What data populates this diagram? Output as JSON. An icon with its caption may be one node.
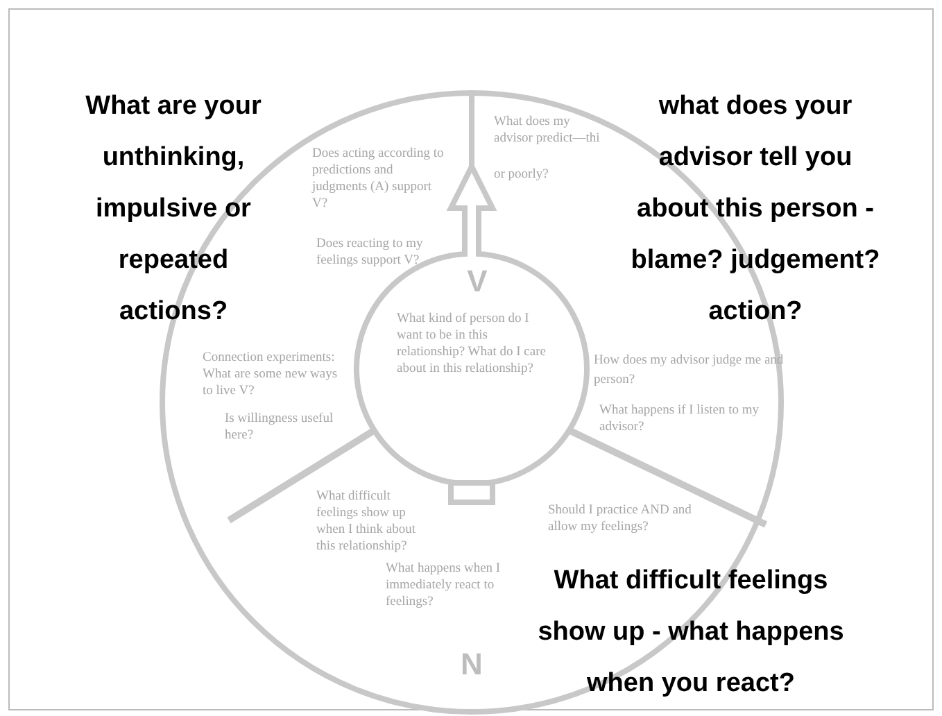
{
  "diagram": {
    "nodes": [
      {
        "text": [],
        "shape": "circle"
      },
      {
        "text": [
          "V",
          "What kind of person do I want to be in this relationship? What do I care about in this relationship?"
        ],
        "in": 0
      }
    ],
    "labels": [
      "What are your unthinking, impulsive or repeated actions?",
      "what does your advisor tell you about this person - blame? judgement? action?",
      "Does acting according to predictions and judgments (A) support V?",
      "What does my advisor predict—thi",
      "or poorly?",
      "Does reacting to my feelings support V?",
      "How does my advisor judge me and",
      "person?",
      "Connection experiments: What are some new ways to live V?",
      "What happens if I listen to my advisor?",
      "Is willingness useful here?",
      "What difficult feelings show up when I think about this relationship?",
      "Should I practice AND and allow my feelings?",
      "What happens when I immediately react to feelings?",
      "N",
      "What difficult feelings show up - what happens when you react?"
    ]
  }
}
